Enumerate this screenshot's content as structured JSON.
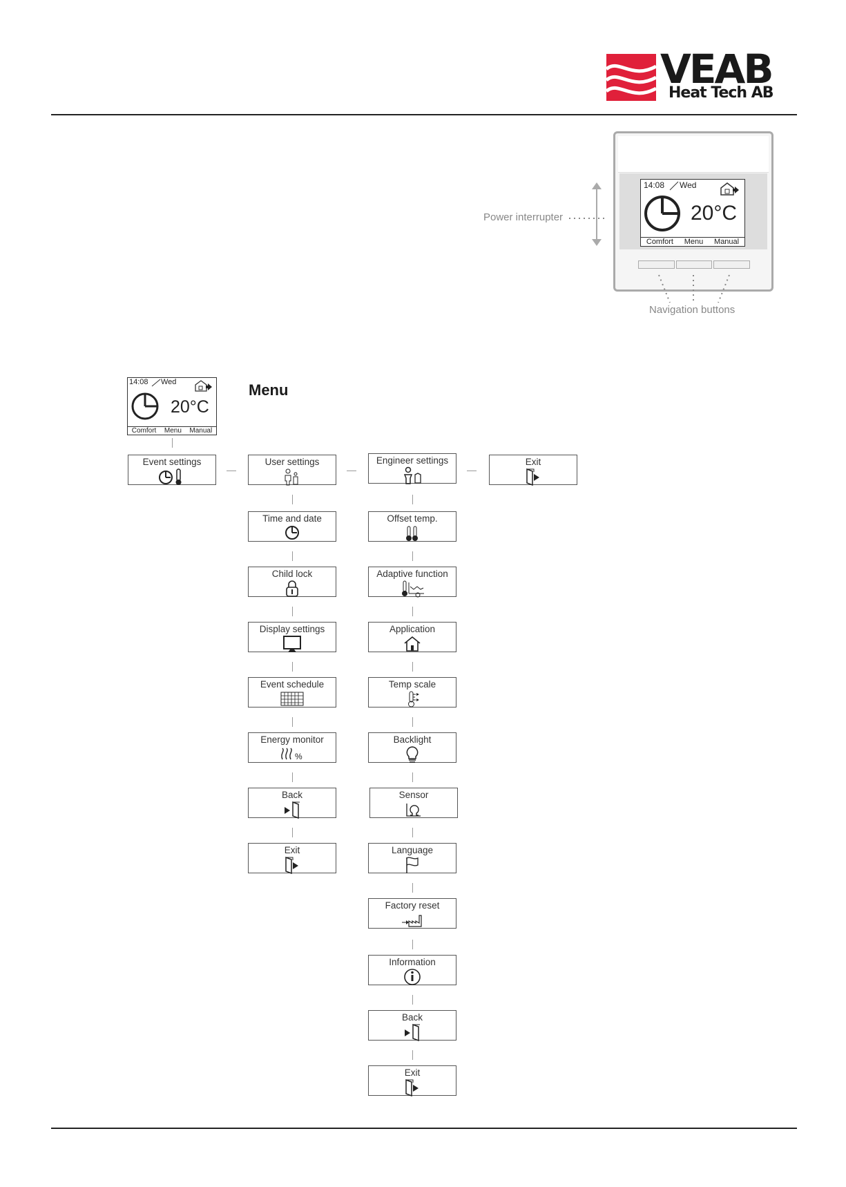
{
  "logo": {
    "brand": "VEAB",
    "subtitle": "Heat Tech AB",
    "colors": {
      "red": "#e0203a",
      "dark": "#1a1a1a"
    }
  },
  "device": {
    "screen": {
      "time": "14:08",
      "day": "Wed",
      "temperature": "20°C",
      "softkeys": [
        "Comfort",
        "Menu",
        "Manual"
      ]
    },
    "power_label": "Power interrupter",
    "nav_label": "Navigation buttons"
  },
  "mini_screen": {
    "time": "14:08",
    "day": "Wed",
    "temperature": "20°C",
    "softkeys": [
      "Comfort",
      "Menu",
      "Manual"
    ]
  },
  "menu": {
    "title": "Menu",
    "top_row": [
      {
        "label": "Event settings",
        "icon": "clock-thermometer-icon"
      },
      {
        "label": "User settings",
        "icon": "users-icon"
      },
      {
        "label": "Engineer settings",
        "icon": "engineer-icon"
      },
      {
        "label": "Exit",
        "icon": "exit-door-icon"
      }
    ],
    "user_settings": [
      {
        "label": "Time and date",
        "icon": "clock-icon"
      },
      {
        "label": "Child lock",
        "icon": "lock-icon"
      },
      {
        "label": "Display settings",
        "icon": "monitor-icon"
      },
      {
        "label": "Event schedule",
        "icon": "grid-calendar-icon"
      },
      {
        "label": "Energy monitor",
        "icon": "heat-percent-icon"
      },
      {
        "label": "Back",
        "icon": "back-door-icon"
      },
      {
        "label": "Exit",
        "icon": "exit-door-icon"
      }
    ],
    "engineer_settings": [
      {
        "label": "Offset temp.",
        "icon": "thermometers-icon"
      },
      {
        "label": "Adaptive function",
        "icon": "adaptive-icon"
      },
      {
        "label": "Application",
        "icon": "house-icon"
      },
      {
        "label": "Temp scale",
        "icon": "scale-icon"
      },
      {
        "label": "Backlight",
        "icon": "bulb-icon"
      },
      {
        "label": "Sensor",
        "icon": "sensor-icon"
      },
      {
        "label": "Language",
        "icon": "flag-icon"
      },
      {
        "label": "Factory reset",
        "icon": "factory-icon"
      },
      {
        "label": "Information",
        "icon": "info-icon"
      },
      {
        "label": "Back",
        "icon": "back-door-icon"
      },
      {
        "label": "Exit",
        "icon": "exit-door-icon"
      }
    ]
  }
}
